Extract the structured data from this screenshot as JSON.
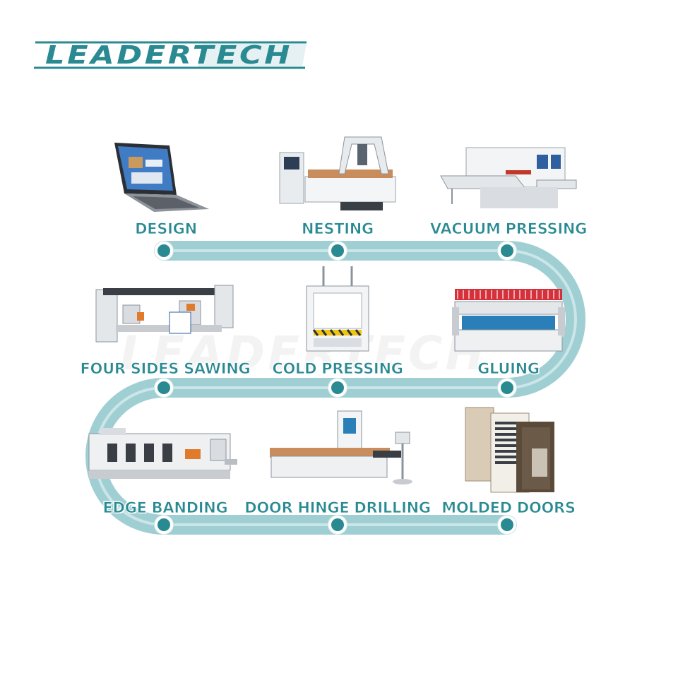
{
  "logo": {
    "text": "LEADERTECH"
  },
  "watermark": {
    "text": "LEADERTECH"
  },
  "colors": {
    "accent": "#2a8a92",
    "track": "#9fcfd3",
    "background": "#ffffff"
  },
  "steps": [
    {
      "label": "DESIGN",
      "icon": "laptop-icon"
    },
    {
      "label": "NESTING",
      "icon": "cnc-router-icon"
    },
    {
      "label": "VACUUM PRESSING",
      "icon": "vacuum-press-icon"
    },
    {
      "label": "FOUR SIDES SAWING",
      "icon": "saw-machine-icon"
    },
    {
      "label": "COLD PRESSING",
      "icon": "cold-press-icon"
    },
    {
      "label": "GLUING",
      "icon": "glue-roller-icon"
    },
    {
      "label": "EDGE BANDING",
      "icon": "edge-bander-icon"
    },
    {
      "label": "DOOR HINGE DRILLING",
      "icon": "hinge-drill-icon"
    },
    {
      "label": "MOLDED DOORS",
      "icon": "doors-icon"
    }
  ]
}
